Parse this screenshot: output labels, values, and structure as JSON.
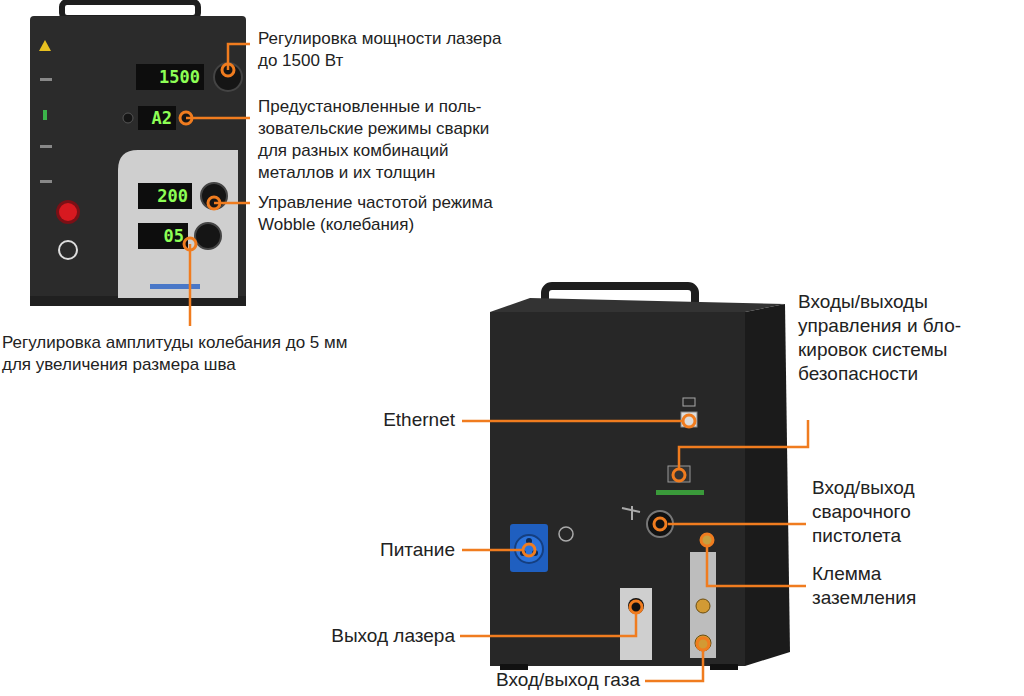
{
  "diagram": {
    "labels": [
      "Регулировка мощности лазера до 1500 Вт",
      "1500",
      "Предустановленные и поль- зовательские режимы сварки для разных комбинаций металлов и их толщин",
      "A2",
      "Управление частотой режима Wobble (колебания)",
      "200",
      "05",
      "Регулировка амплитуды колебания до 5 мм для увеличения размера шва",
      "Входы/выходы управления и бло- кировок системы безопасности",
      "Ethernet",
      "Вход/выход сварочного пистолета",
      "Клемма заземления",
      "Питание",
      "Выход лазера",
      "Вход/выход газа"
    ]
  }
}
